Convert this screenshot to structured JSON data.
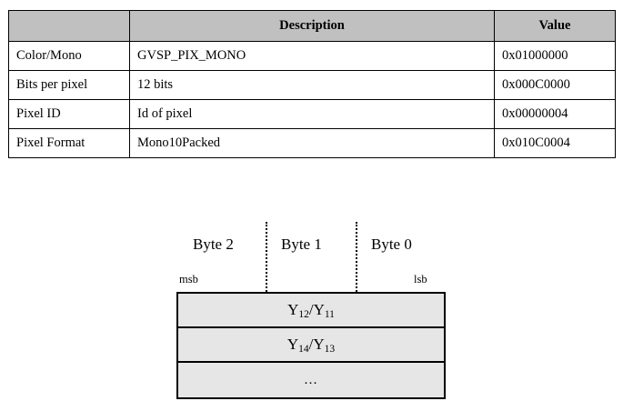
{
  "table": {
    "headers": [
      "",
      "Description",
      "Value"
    ],
    "rows": [
      {
        "label": "Color/Mono",
        "description": "GVSP_PIX_MONO",
        "value": "0x01000000"
      },
      {
        "label": "Bits per pixel",
        "description": "12 bits",
        "value": "0x000C0000"
      },
      {
        "label": "Pixel ID",
        "description": "Id of pixel",
        "value": "0x00000004"
      },
      {
        "label": "Pixel Format",
        "description": "Mono10Packed",
        "value": "0x010C0004"
      }
    ]
  },
  "diagram": {
    "byte_labels": [
      "Byte 2",
      "Byte 1",
      "Byte 0"
    ],
    "msb_label": "msb",
    "lsb_label": "lsb",
    "rows": [
      {
        "prefix": "Y",
        "sub1": "12",
        "slash": "/",
        "letter2": "Y",
        "sub2": "11"
      },
      {
        "prefix": "Y",
        "sub1": "14",
        "slash": "/",
        "letter2": "Y",
        "sub2": "13"
      }
    ],
    "ellipsis": "…"
  },
  "colors": {
    "header_fill": "#c0c0c0",
    "box_fill": "#e6e6e6",
    "border": "#000000",
    "background": "#ffffff"
  }
}
